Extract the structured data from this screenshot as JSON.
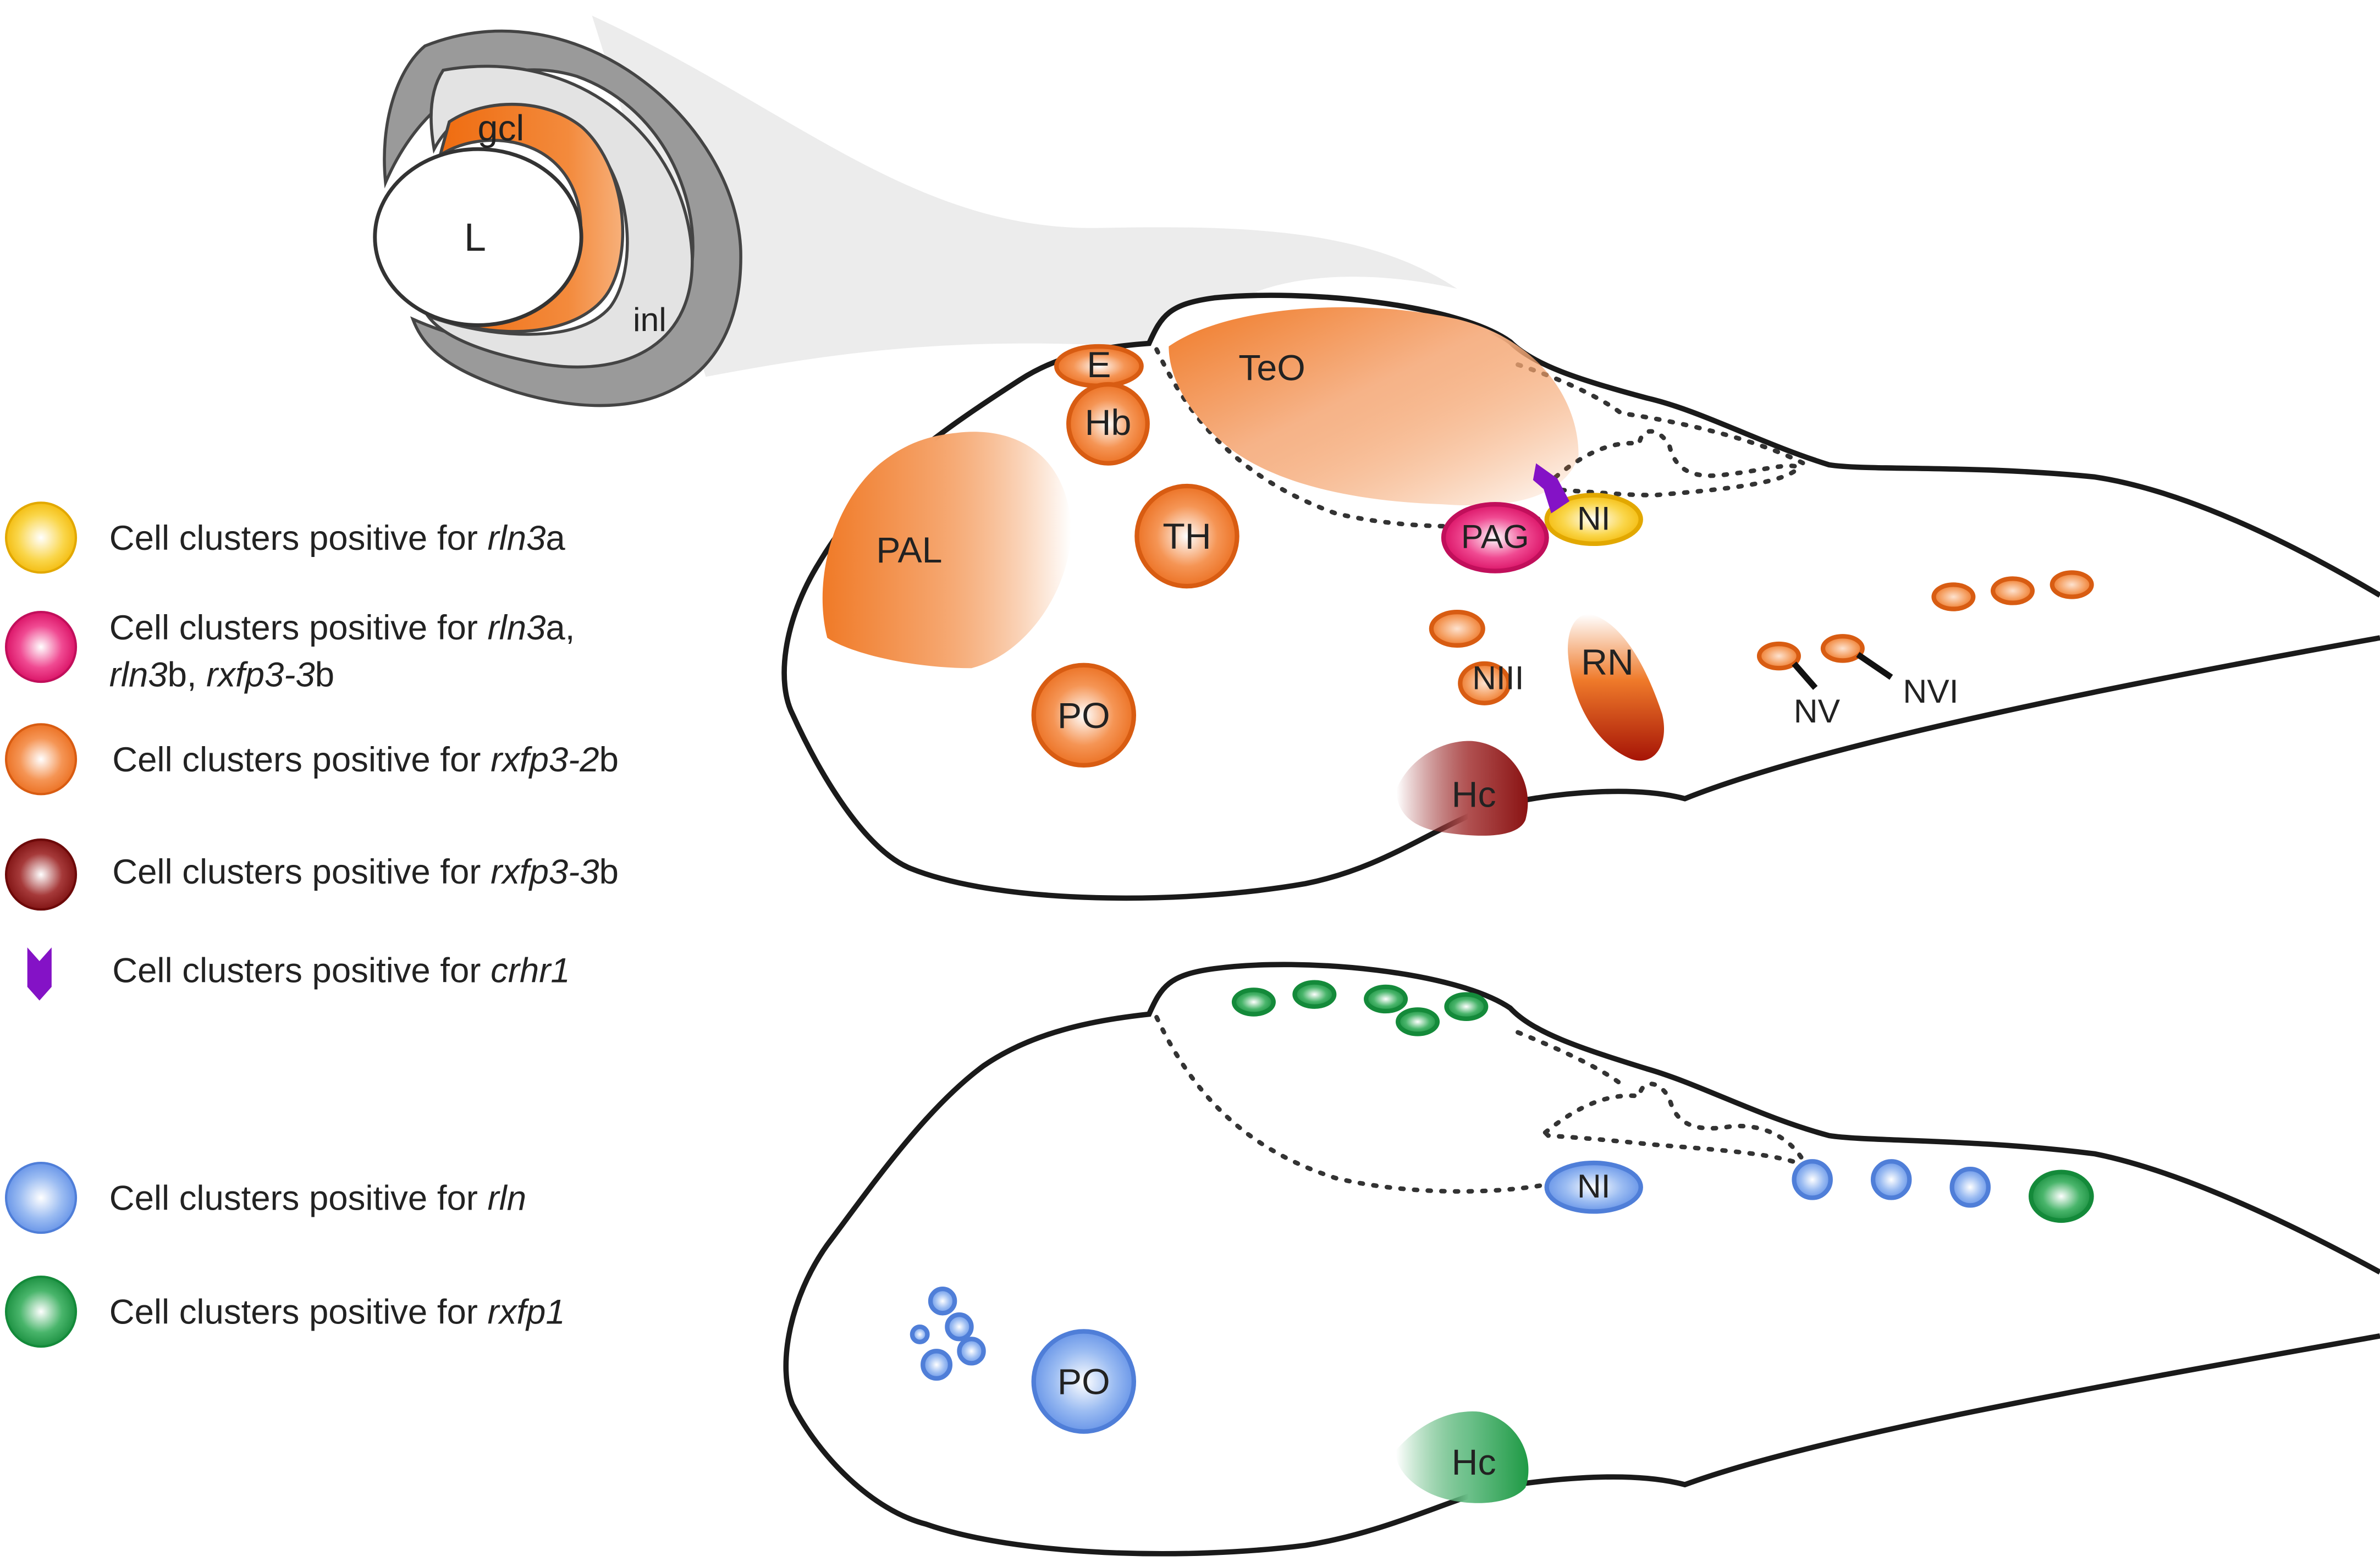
{
  "colors": {
    "rln3a": "#f7c31a",
    "rln3a_rln3b_rxfp3_3b": "#e8207a",
    "rxfp3_2b": "#f07a27",
    "rxfp3_3b": "#8a1313",
    "crhr1": "#8412c6",
    "rln": "#6f9be8",
    "rxfp1": "#1f9a45"
  },
  "eye": {
    "labels": {
      "gcl": "gcl",
      "lens": "L",
      "inl": "inl"
    }
  },
  "top_brain": {
    "regions": {
      "E": "E",
      "Hb": "Hb",
      "TeO": "TeO",
      "PAL": "PAL",
      "TH": "TH",
      "PO": "PO",
      "PAG": "PAG",
      "NI": "NI",
      "NIII": "NIII",
      "RN": "RN",
      "Hc": "Hc",
      "NV": "NV",
      "NVI": "NVI"
    }
  },
  "bottom_brain": {
    "regions": {
      "NI": "NI",
      "PO": "PO",
      "Hc": "Hc"
    }
  },
  "legend": {
    "rln3a": {
      "prefix": "Cell clusters positive for ",
      "gene_italic": "rln3",
      "suffix": "a"
    },
    "multi": {
      "line1_prefix": "Cell clusters positive for ",
      "line1_gene": "rln3",
      "line1_suffix": "a,",
      "line2_gene1": "rln3",
      "line2_mid": "b, ",
      "line2_gene2": "rxfp3-3",
      "line2_suffix": "b"
    },
    "rxfp3_2b": {
      "prefix": "Cell clusters positive for ",
      "gene_italic": "rxfp3-2",
      "suffix": "b"
    },
    "rxfp3_3b": {
      "prefix": "Cell clusters positive for ",
      "gene_italic": "rxfp3-3",
      "suffix": "b"
    },
    "crhr1": {
      "prefix": "Cell clusters positive for ",
      "gene_italic": "crhr1",
      "suffix": ""
    },
    "rln": {
      "prefix": "Cell clusters positive for ",
      "gene_italic": "rln",
      "suffix": ""
    },
    "rxfp1": {
      "prefix": "Cell clusters positive for ",
      "gene_italic": "rxfp1",
      "suffix": ""
    }
  }
}
